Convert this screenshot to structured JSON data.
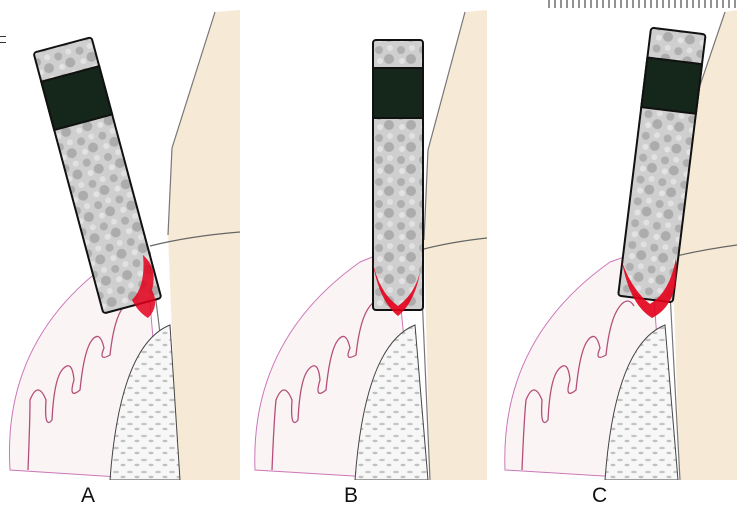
{
  "panels": [
    {
      "id": "A",
      "label": "A"
    },
    {
      "id": "B",
      "label": "B"
    },
    {
      "id": "C",
      "label": "C"
    }
  ],
  "colors": {
    "tooth": "#f6ead6",
    "gingiva": "#fbf4f4",
    "gingiva_outline": "#cc77b8",
    "bone": "#f7f7f7",
    "instrument_body": "#c8c8c8",
    "instrument_band": "#15261b",
    "tissue_damage": "#e3001b"
  }
}
